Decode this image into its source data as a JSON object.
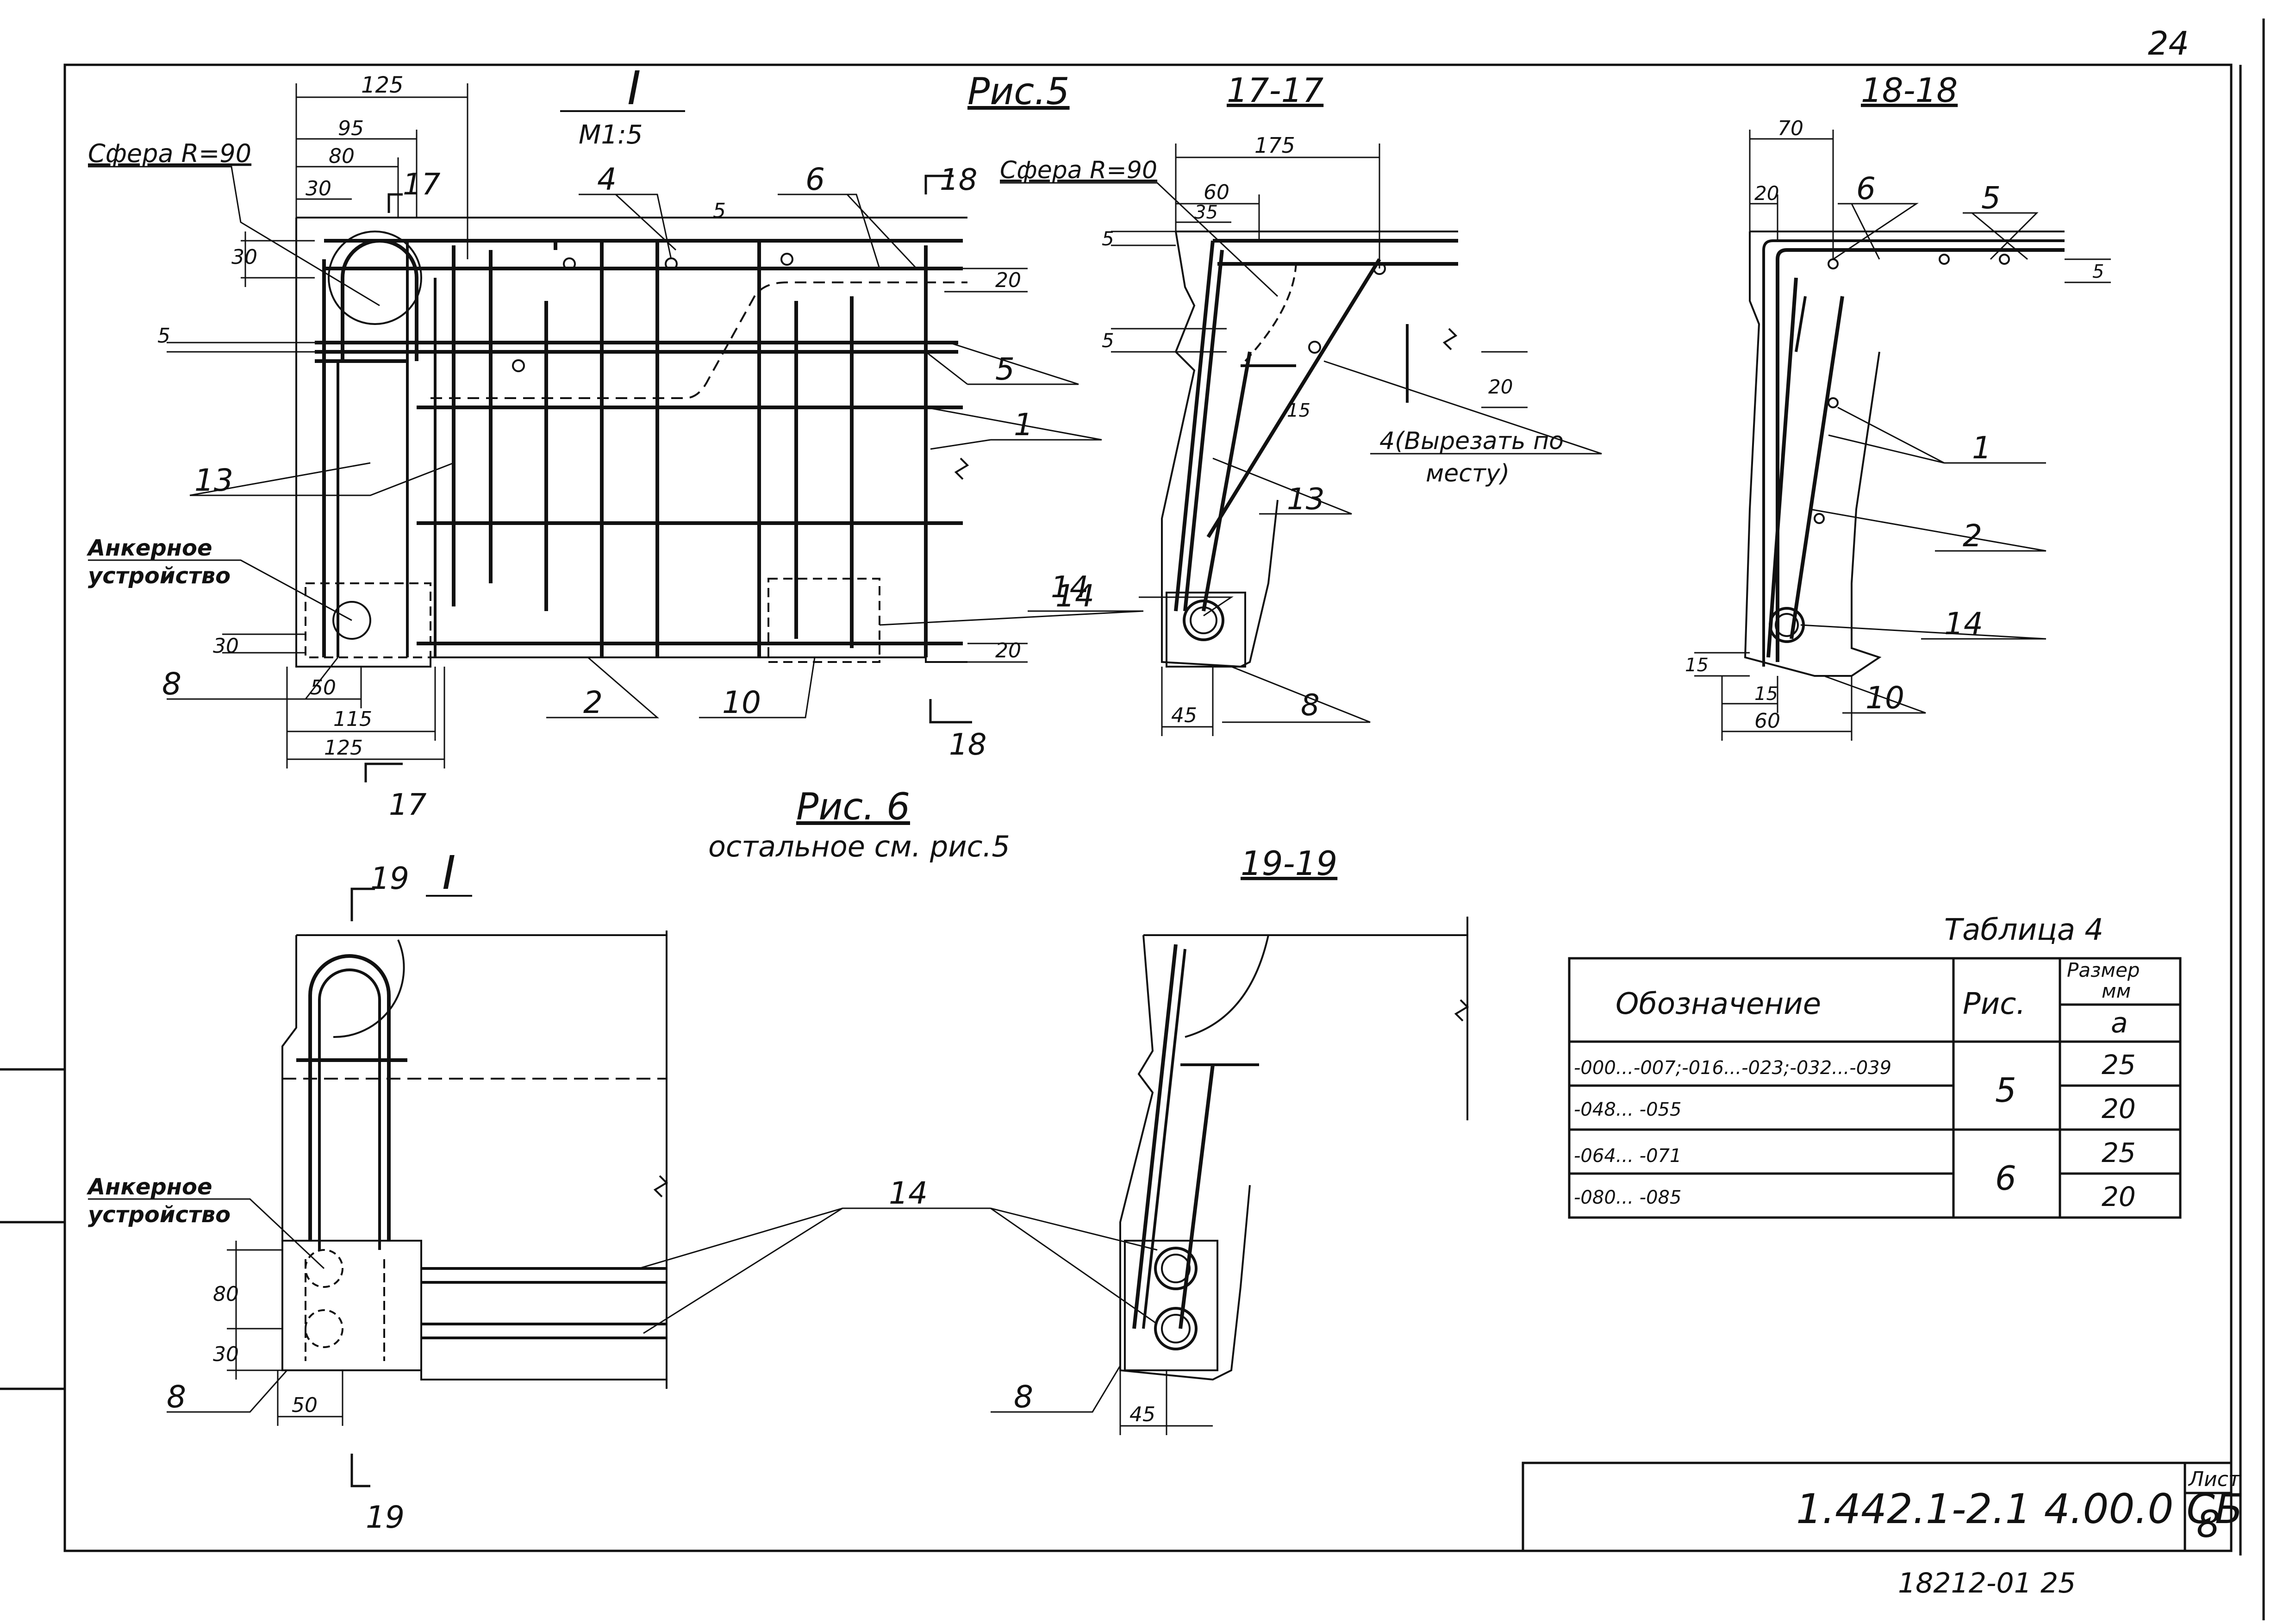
{
  "page": {
    "sheet_corner_number": "24",
    "archive_number": "18212-01   25",
    "frame": {
      "code": "1.442.1-2.1  4.00.0 СБ",
      "sheet_label": "Лист",
      "sheet_number": "8"
    }
  },
  "fig5": {
    "caption": "Рис.5",
    "view_mark": "I",
    "scale": "М1:5",
    "sphere_label": "Сфера R=90",
    "anchor_label": [
      "Анкерное",
      "устройство"
    ],
    "dims": {
      "d125a": "125",
      "d95": "95",
      "d80": "80",
      "d30a": "30",
      "d30b": "30",
      "d5": "5",
      "d30c": "30",
      "d50": "50",
      "d115": "115",
      "d125b": "125",
      "d20a": "20",
      "d20b": "20",
      "d5b": "5"
    },
    "callouts": {
      "p1": "1",
      "p2": "2",
      "p4": "4",
      "p5": "5",
      "p6": "6",
      "p8": "8",
      "p10": "10",
      "p13": "13",
      "p14": "14"
    },
    "cut17": "17",
    "cut17b": "17",
    "cut18": "18",
    "cut18b": "18"
  },
  "sec17": {
    "title": "17-17",
    "sphere_label": "Сфера R=90",
    "dims": {
      "d175": "175",
      "d60": "60",
      "d35": "35",
      "d5a": "5",
      "d5b": "5",
      "d15": "15",
      "d20": "20",
      "d45": "45"
    },
    "callouts": {
      "p4": "4(Вырезать по",
      "p4b": "месту)",
      "p13": "13",
      "p14": "14",
      "p8": "8"
    }
  },
  "sec18": {
    "title": "18-18",
    "dims": {
      "d70": "70",
      "d20": "20",
      "d15a": "15",
      "d15b": "15",
      "d60": "60",
      "d5": "5"
    },
    "callouts": {
      "p6": "6",
      "p5": "5",
      "p1": "1",
      "p2": "2",
      "p14": "14",
      "p10": "10"
    }
  },
  "fig6": {
    "caption": "Рис. 6",
    "subcaption": "остальное см. рис.5",
    "view_mark": "I",
    "anchor_label": [
      "Анкерное",
      "устройство"
    ],
    "dims": {
      "d80": "80",
      "d30": "30",
      "d50": "50"
    },
    "callouts": {
      "p14": "14",
      "p8": "8"
    },
    "cut19a": "19",
    "cut19b": "19"
  },
  "sec19": {
    "title": "19-19",
    "dims": {
      "d45": "45"
    },
    "callouts": {
      "p8": "8"
    }
  },
  "table4": {
    "title": "Таблица 4",
    "headers": {
      "designation": "Обозначение",
      "figure": "Рис.",
      "size_top": "Размер",
      "size_unit": "мм",
      "size_var": "a"
    },
    "rows": [
      {
        "designation": "-000...-007;-016...-023;-032...-039",
        "figure": "5",
        "a": "25"
      },
      {
        "designation": "-048... -055",
        "figure": "",
        "a": "20"
      },
      {
        "designation": "-064... -071",
        "figure": "6",
        "a": "25"
      },
      {
        "designation": "-080... -085",
        "figure": "",
        "a": "20"
      }
    ]
  }
}
